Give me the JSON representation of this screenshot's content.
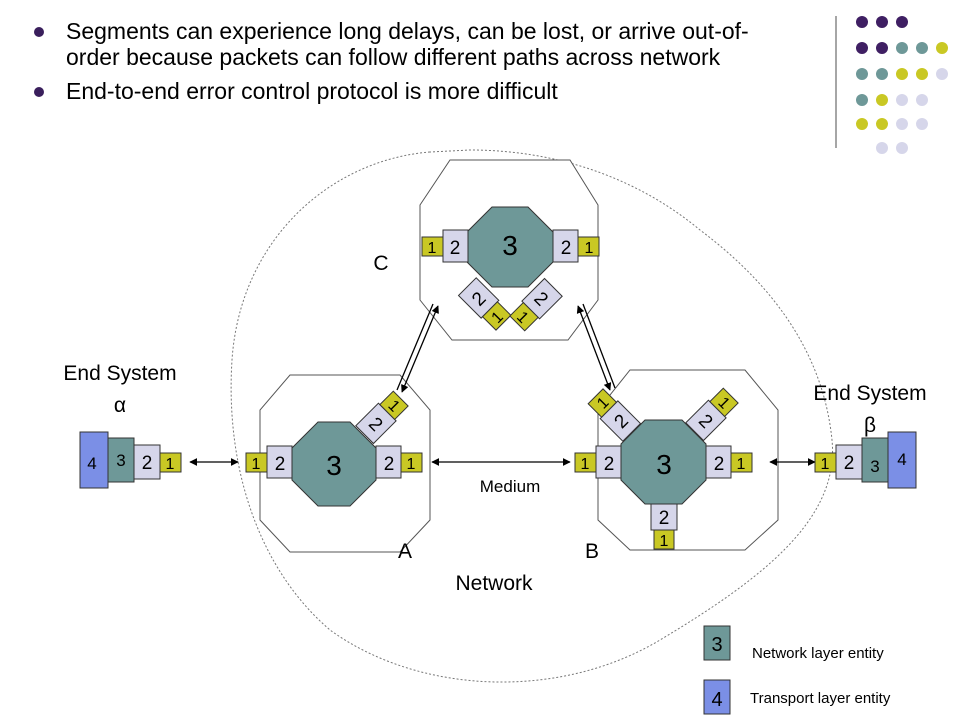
{
  "bullets": [
    "Segments can experience long delays, can be lost, or arrive out-of-order because packets can follow different paths across network",
    "End-to-end error control protocol is more difficult"
  ],
  "labels": {
    "end_system_alpha": "End System α",
    "end_system_beta": "End System β",
    "node_a": "A",
    "node_b": "B",
    "node_c": "C",
    "medium": "Medium",
    "network": "Network"
  },
  "layers": {
    "transport": "4",
    "network": "3",
    "link": "2",
    "physical": "1"
  },
  "legend": {
    "network_entity_num": "3",
    "network_entity_label": "Network layer entity",
    "transport_entity_num": "4",
    "transport_entity_label": "Transport layer entity"
  },
  "colors": {
    "purple": "#3f1f63",
    "teal": "#6e9898",
    "yellow": "#c9c824",
    "lavender": "#d6d6ea",
    "blue": "#7b8fe6"
  }
}
